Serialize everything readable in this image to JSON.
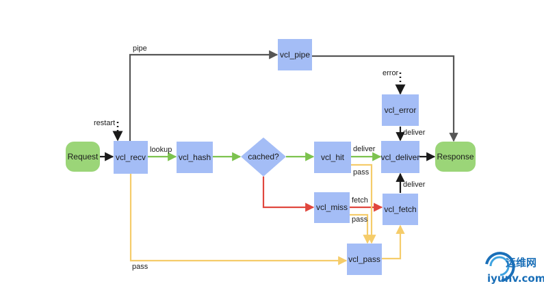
{
  "colors": {
    "box": "#a4bdf6",
    "terminal": "#9bd578",
    "black": "#1a1a1a",
    "gray": "#555555",
    "green": "#7cc24e",
    "red": "#e0463d",
    "yellow": "#f5cc6a",
    "watermark_blue": "#1a6fb8"
  },
  "nodes": {
    "request": "Request",
    "vcl_recv": "vcl_recv",
    "vcl_hash": "vcl_hash",
    "cached": "cached?",
    "vcl_hit": "vcl_hit",
    "vcl_deliver": "vcl_deliver",
    "response": "Response",
    "vcl_pipe": "vcl_pipe",
    "vcl_error": "vcl_error",
    "vcl_miss": "vcl_miss",
    "vcl_fetch": "vcl_fetch",
    "vcl_pass": "vcl_pass"
  },
  "edge_labels": {
    "pipe": "pipe",
    "restart": "restart",
    "lookup": "lookup",
    "hit_deliver": "deliver",
    "hit_pass": "pass",
    "fetch": "fetch",
    "miss_pass": "pass",
    "error": "error",
    "error_deliver": "deliver",
    "fetch_deliver": "deliver",
    "recv_pass": "pass"
  },
  "watermark": {
    "cn": "运维网",
    "domain": "iyunv.com"
  }
}
